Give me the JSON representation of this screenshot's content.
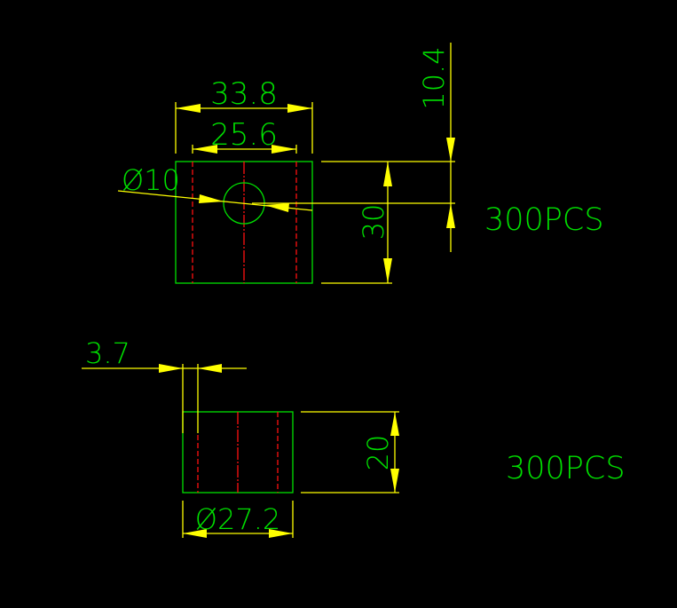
{
  "drawing": {
    "top_view": {
      "dim_width_outer": "33.8",
      "dim_width_inner": "25.6",
      "dim_hole_diameter": "Ø10",
      "dim_height": "30",
      "dim_offset": "10.4",
      "quantity": "300PCS"
    },
    "bottom_view": {
      "dim_wall": "3.7",
      "dim_height": "20",
      "dim_diameter": "Ø27.2",
      "quantity": "300PCS"
    },
    "colors": {
      "outline": "#00e000",
      "dimension": "#ffff00",
      "hidden": "#ff1010",
      "background": "#000000"
    }
  }
}
